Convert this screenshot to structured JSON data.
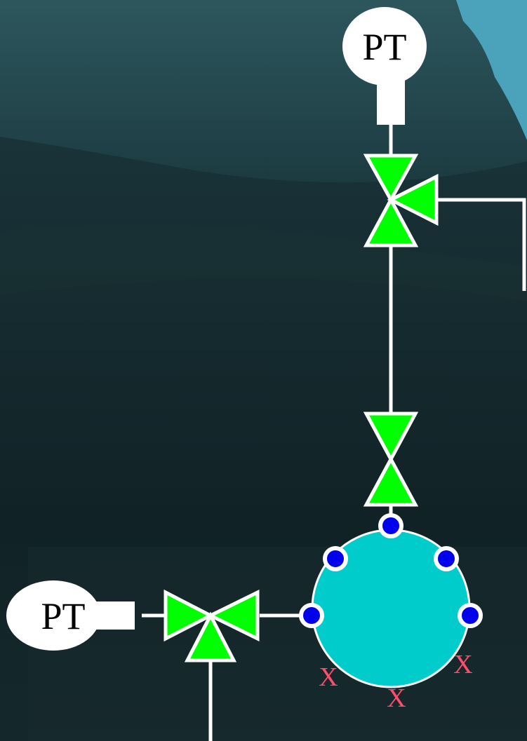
{
  "diagram": {
    "instruments": [
      {
        "id": "pt-top",
        "label": "PT"
      },
      {
        "id": "pt-left",
        "label": "PT"
      }
    ],
    "vessel_markers": [
      "X",
      "X",
      "X"
    ],
    "colors": {
      "background": "#14262a",
      "pipe": "#ffffff",
      "valve_open": "#00ff00",
      "vessel": "#00cccc",
      "port": "#0000ee",
      "marker": "#ff4d6d",
      "map_water": "#4aa3bb"
    }
  }
}
